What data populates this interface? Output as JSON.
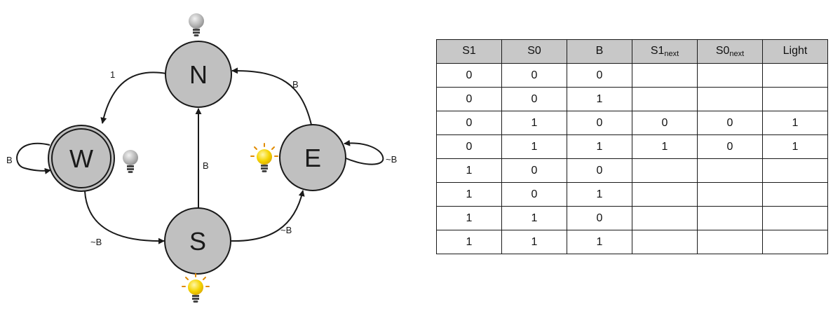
{
  "diagram": {
    "states": [
      {
        "id": "N",
        "label": "N",
        "light": "off"
      },
      {
        "id": "W",
        "label": "W",
        "light": "off",
        "accepting": true
      },
      {
        "id": "E",
        "label": "E",
        "light": "on"
      },
      {
        "id": "S",
        "label": "S",
        "light": "on"
      }
    ],
    "transitions": [
      {
        "from": "N",
        "to": "W",
        "label": "1"
      },
      {
        "from": "E",
        "to": "N",
        "label": "B"
      },
      {
        "from": "S",
        "to": "N",
        "label": "B"
      },
      {
        "from": "W",
        "to": "W",
        "label": "B"
      },
      {
        "from": "W",
        "to": "S",
        "label": "~B"
      },
      {
        "from": "S",
        "to": "E",
        "label": "~B"
      },
      {
        "from": "E",
        "to": "E",
        "label": "~B"
      }
    ],
    "colors": {
      "state_fill": "#c0c0c0",
      "stroke": "#1a1a1a",
      "bulb_on": "#f5d400",
      "bulb_off": "#b0b0b0"
    }
  },
  "table": {
    "headers": [
      {
        "main": "S1",
        "sub": ""
      },
      {
        "main": "S0",
        "sub": ""
      },
      {
        "main": "B",
        "sub": ""
      },
      {
        "main": "S1",
        "sub": "next"
      },
      {
        "main": "S0",
        "sub": "next"
      },
      {
        "main": "Light",
        "sub": ""
      }
    ],
    "rows": [
      [
        "0",
        "0",
        "0",
        "",
        "",
        ""
      ],
      [
        "0",
        "0",
        "1",
        "",
        "",
        ""
      ],
      [
        "0",
        "1",
        "0",
        "0",
        "0",
        "1"
      ],
      [
        "0",
        "1",
        "1",
        "1",
        "0",
        "1"
      ],
      [
        "1",
        "0",
        "0",
        "",
        "",
        ""
      ],
      [
        "1",
        "0",
        "1",
        "",
        "",
        ""
      ],
      [
        "1",
        "1",
        "0",
        "",
        "",
        ""
      ],
      [
        "1",
        "1",
        "1",
        "",
        "",
        ""
      ]
    ]
  }
}
